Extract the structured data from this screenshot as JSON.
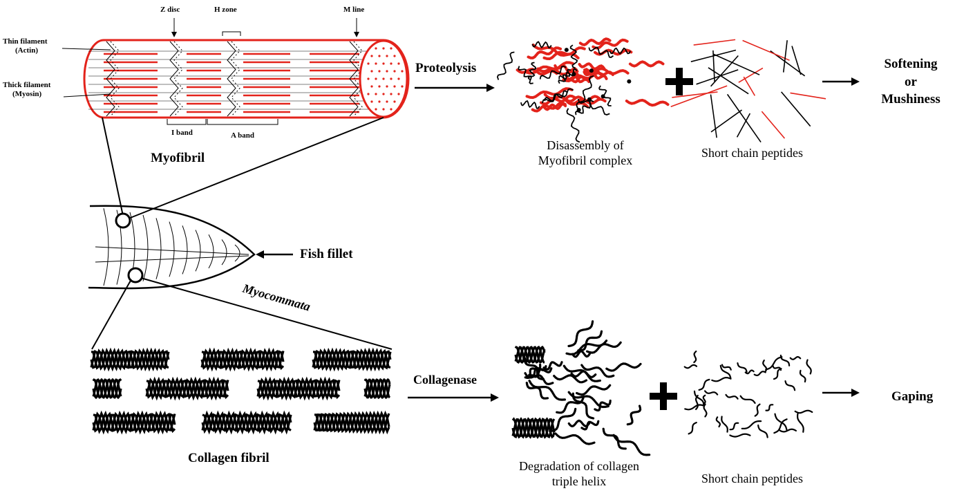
{
  "colors": {
    "accent": "#e3231b",
    "ink": "#000000"
  },
  "myofibril": {
    "title": "Myofibril",
    "labels": {
      "thin_filament_line1": "Thin filament",
      "thin_filament_line2": "(Actin)",
      "thick_filament_line1": "Thick filament",
      "thick_filament_line2": "(Myosin)",
      "z_disc": "Z disc",
      "h_zone": "H zone",
      "m_line": "M line",
      "i_band": "I band",
      "a_band": "A band"
    }
  },
  "top_pathway": {
    "enzyme": "Proteolysis",
    "step1_line1": "Disassembly of",
    "step1_line2": "Myofibril complex",
    "step2": "Short chain peptides",
    "result_line1": "Softening",
    "result_line2": "or",
    "result_line3": "Mushiness"
  },
  "fish": {
    "fillet_label": "Fish fillet",
    "myocommata_label": "Myocommata"
  },
  "collagen": {
    "title": "Collagen fibril"
  },
  "bottom_pathway": {
    "enzyme": "Collagenase",
    "step1_line1": "Degradation of collagen",
    "step1_line2": "triple helix",
    "step2": "Short chain peptides",
    "result": "Gaping"
  },
  "icons": [
    "plus-icon",
    "arrow-right-icon",
    "arrow-left-icon"
  ]
}
